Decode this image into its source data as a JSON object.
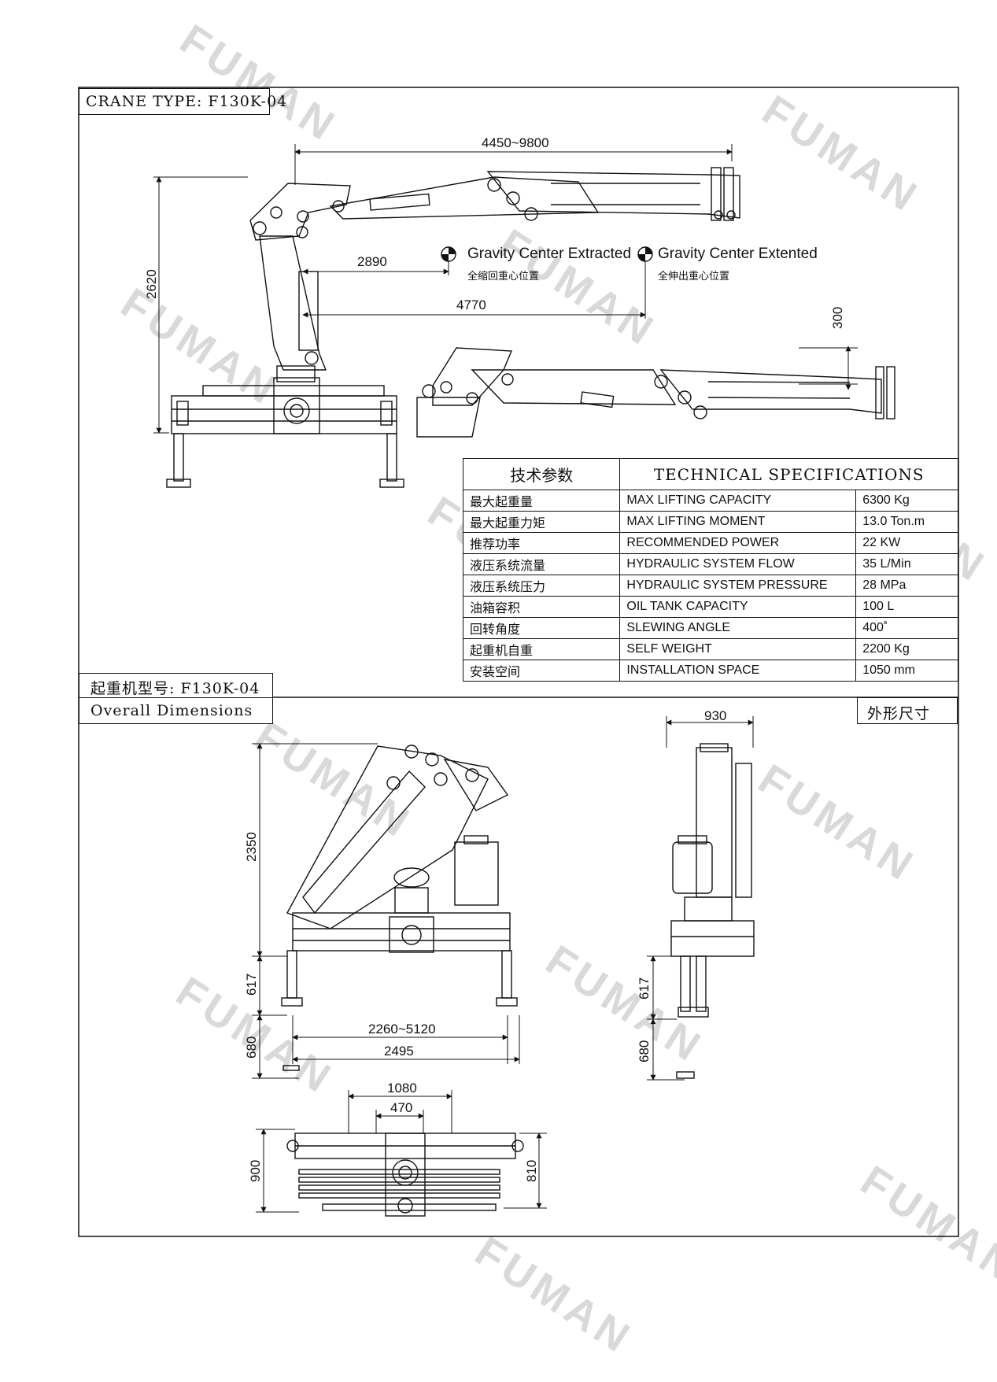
{
  "header": {
    "crane_type": "CRANE TYPE: F130K-04",
    "model_cn": "起重机型号: F130K-04",
    "overall": "Overall Dimensions",
    "outline_cn": "外形尺寸"
  },
  "watermark": "FUMAN",
  "legend": {
    "extracted_en": "Gravity Center Extracted",
    "extracted_cn": "全缩回重心位置",
    "extented_en": "Gravity Center Extented",
    "extented_cn": "全伸出重心位置"
  },
  "dimensions": {
    "reach": "4450~9800",
    "height_total": "2620",
    "cg_retracted": "2890",
    "cg_extended": "4770",
    "tip_drop": "300",
    "front_height": "2350",
    "front_leg_upper": "617",
    "front_leg_lower": "680",
    "outrigger_span": "2260~5120",
    "base_width": "2495",
    "side_width": "930",
    "side_leg_upper": "617",
    "side_leg_lower": "680",
    "top_width": "1080",
    "top_inner": "470",
    "top_depth": "900",
    "top_depth_inner": "810"
  },
  "spec": {
    "title_cn": "技术参数",
    "title_en": "TECHNICAL SPECIFICATIONS",
    "rows": [
      {
        "cn": "最大起重量",
        "en": "MAX LIFTING CAPACITY",
        "value": "6300 Kg"
      },
      {
        "cn": "最大起重力矩",
        "en": "MAX LIFTING MOMENT",
        "value": "13.0 Ton.m"
      },
      {
        "cn": "推荐功率",
        "en": "RECOMMENDED POWER",
        "value": "22 KW"
      },
      {
        "cn": "液压系统流量",
        "en": "HYDRAULIC SYSTEM FLOW",
        "value": "35 L/Min"
      },
      {
        "cn": "液压系统压力",
        "en": "HYDRAULIC SYSTEM PRESSURE",
        "value": "28 MPa"
      },
      {
        "cn": "油箱容积",
        "en": "OIL TANK CAPACITY",
        "value": "100 L"
      },
      {
        "cn": "回转角度",
        "en": "SLEWING ANGLE",
        "value": "400˚"
      },
      {
        "cn": "起重机自重",
        "en": "SELF WEIGHT",
        "value": "2200 Kg"
      },
      {
        "cn": "安装空间",
        "en": "INSTALLATION SPACE",
        "value": "1050 mm"
      }
    ]
  }
}
